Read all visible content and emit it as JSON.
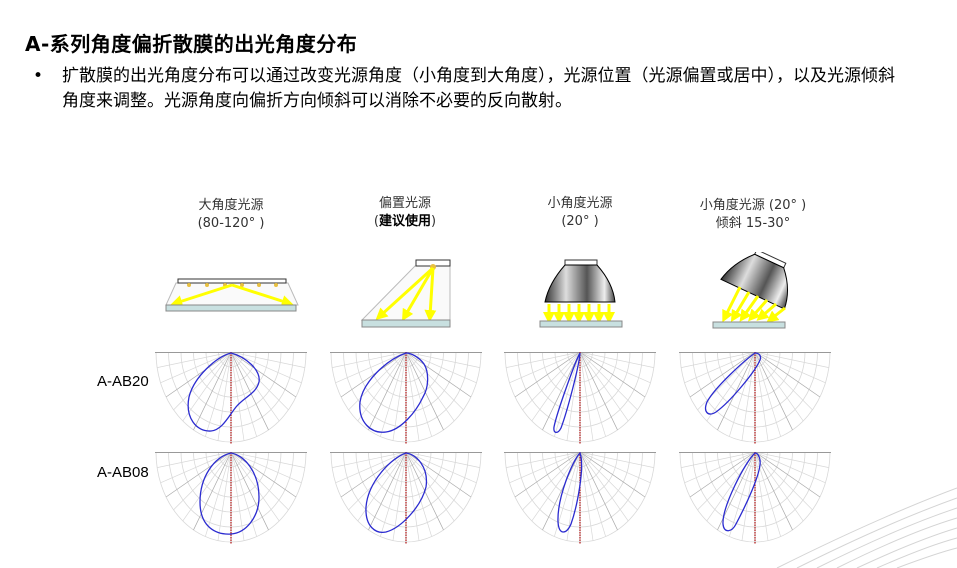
{
  "title": "A-系列角度偏折散膜的出光角度分布",
  "bullet": {
    "marker": "•",
    "text": "扩散膜的出光角度分布可以通过改变光源角度（小角度到大角度），光源位置（光源偏置或居中），以及光源倾斜角度来调整。光源角度向偏折方向倾斜可以消除不必要的反向散射。"
  },
  "columns": [
    {
      "line1": "大角度光源",
      "line2": "(80-120°  )"
    },
    {
      "line1": "偏置光源",
      "line2_prefix": "(",
      "line2_bold": "建议使用",
      "line2_suffix": ")"
    },
    {
      "line1": "小角度光源",
      "line2": "(20°  )"
    },
    {
      "line1": "小角度光源 (20°  )",
      "line2": "倾斜 15-30°"
    }
  ],
  "rows": [
    {
      "label": "A-AB20"
    },
    {
      "label": "A-AB08"
    }
  ],
  "colors": {
    "curve": "#2b2bd0",
    "axis": "#b01010",
    "ray": "#ffff00",
    "grid": "#d8d8d8"
  }
}
